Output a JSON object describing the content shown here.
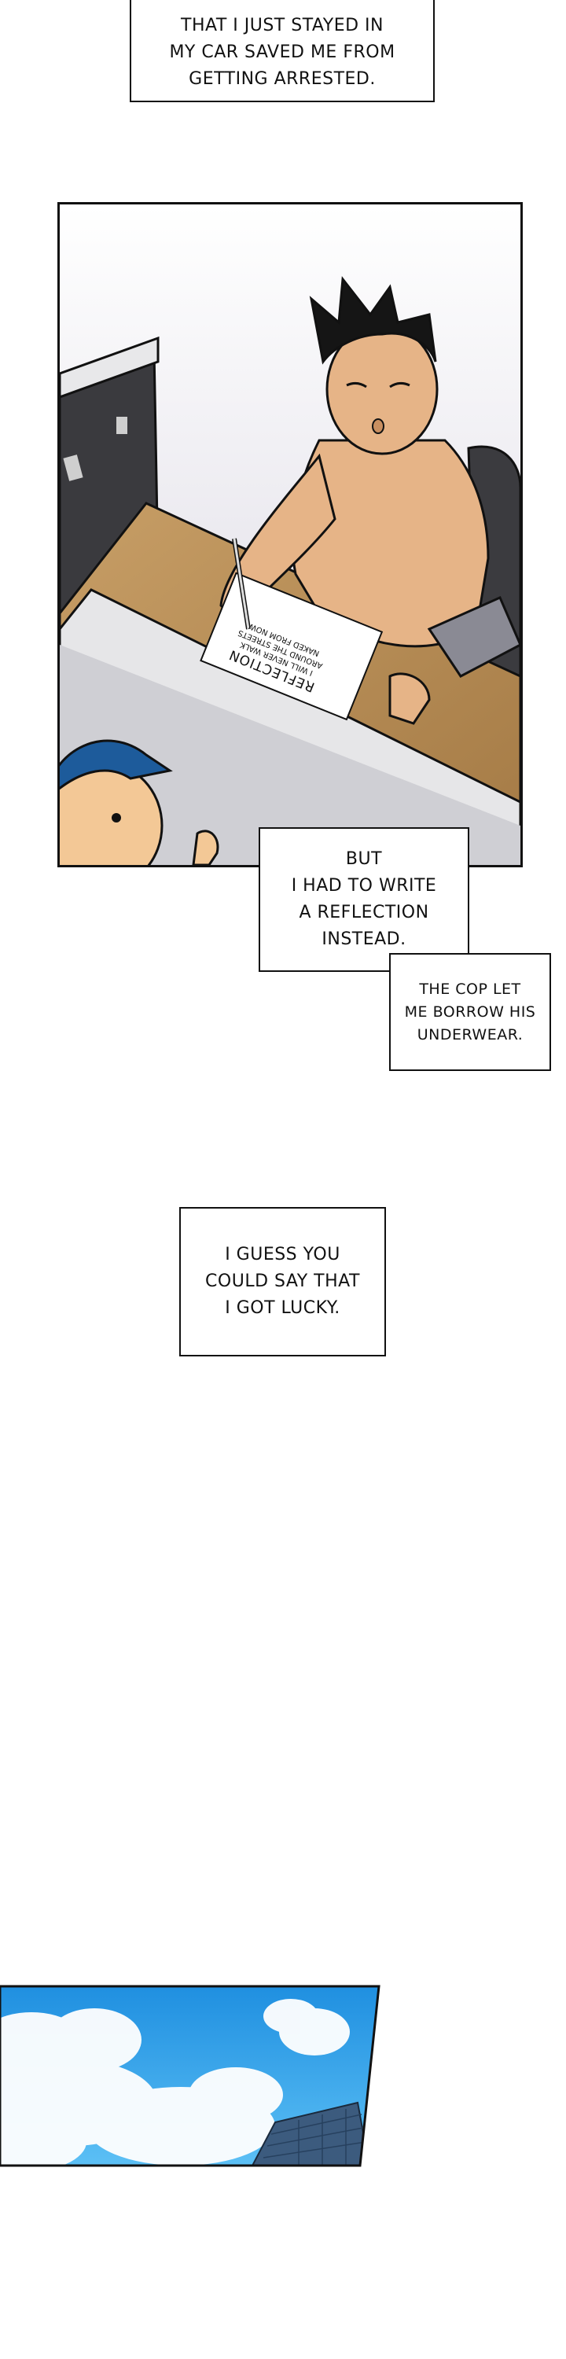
{
  "caption_top": {
    "lines": [
      "THAT I JUST STAYED IN",
      "MY CAR SAVED ME FROM",
      "GETTING ARRESTED."
    ]
  },
  "panel_desk": {
    "note_title": "REFLECTION",
    "note_lines": [
      "I WILL NEVER WALK",
      "AROUND THE STREETS",
      "NAKED FROM NOW"
    ]
  },
  "caption_reflection": {
    "lines": [
      "BUT",
      "I HAD TO WRITE",
      "A REFLECTION",
      "INSTEAD."
    ]
  },
  "caption_underwear": {
    "lines": [
      "THE COP LET",
      "ME BORROW HIS",
      "UNDERWEAR."
    ]
  },
  "caption_lucky": {
    "lines": [
      "I GUESS YOU",
      "COULD SAY THAT",
      "I GOT LUCKY."
    ]
  },
  "colors": {
    "sky": "#2aa4ec",
    "desk": "#b48a54",
    "skin": "#e6b487",
    "cop_cap": "#1d5b9b",
    "border": "#111111"
  }
}
